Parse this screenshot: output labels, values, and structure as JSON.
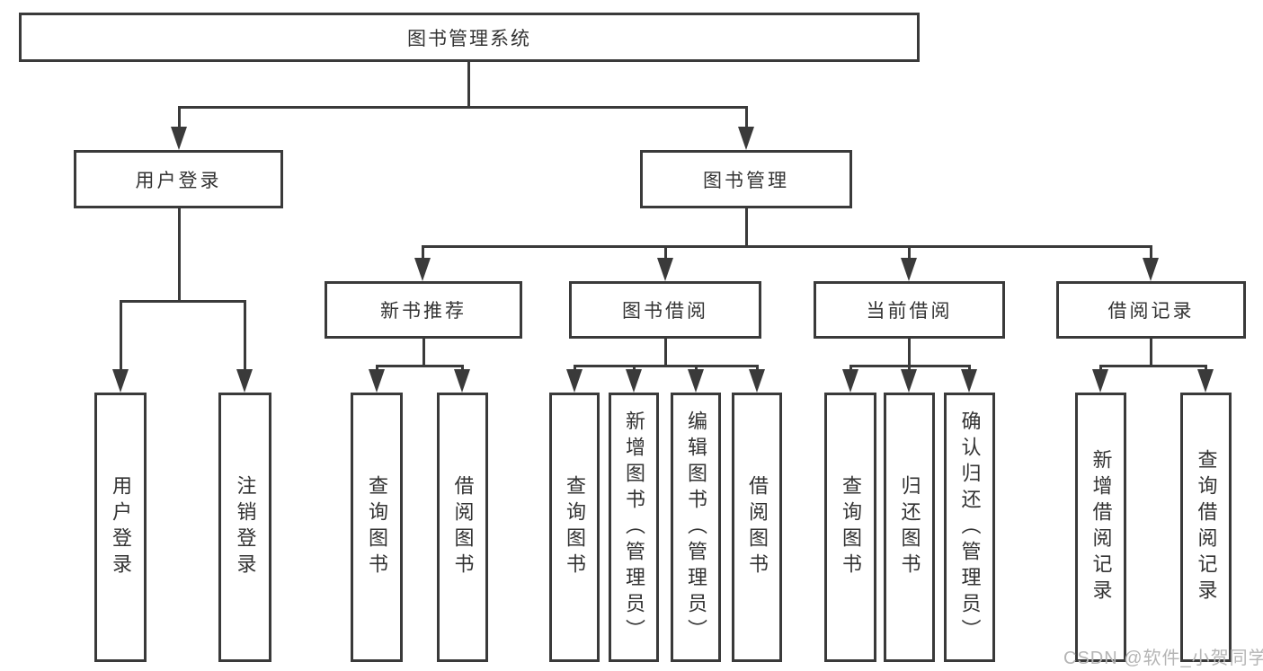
{
  "diagram": {
    "title": "图书管理系统",
    "level2": [
      {
        "label": "用户登录"
      },
      {
        "label": "图书管理"
      }
    ],
    "level3": [
      {
        "label": "新书推荐"
      },
      {
        "label": "图书借阅"
      },
      {
        "label": "当前借阅"
      },
      {
        "label": "借阅记录"
      }
    ],
    "leaves": {
      "user_login": [
        {
          "label": "用户登录"
        },
        {
          "label": "注销登录"
        }
      ],
      "new_book": [
        {
          "label": "查询图书"
        },
        {
          "label": "借阅图书"
        }
      ],
      "book_borrow": [
        {
          "label": "查询图书"
        },
        {
          "label": "新增图书（管理员）"
        },
        {
          "label": "编辑图书（管理员）"
        },
        {
          "label": "借阅图书"
        }
      ],
      "current_borrow": [
        {
          "label": "查询图书"
        },
        {
          "label": "归还图书"
        },
        {
          "label": "确认归还（管理员）"
        }
      ],
      "borrow_record": [
        {
          "label": "新增借阅记录"
        },
        {
          "label": "查询借阅记录"
        }
      ]
    }
  },
  "watermark": {
    "text": "CSDN @软件_小贺同学"
  },
  "colors": {
    "line": "#3a3a3a",
    "text": "#333333",
    "watermark": "#b5b5b5",
    "background": "#ffffff"
  }
}
